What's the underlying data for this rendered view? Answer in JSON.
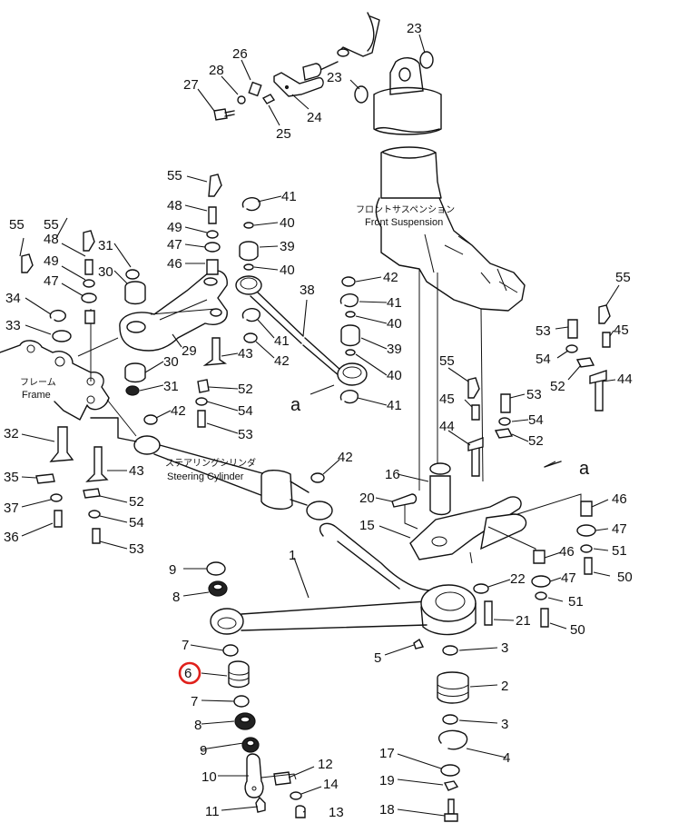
{
  "diagram": {
    "type": "exploded-parts-diagram",
    "highlight_color": "#e0201b",
    "highlighted_part": "6",
    "captions": {
      "front_suspension_jp": "フロントサスペンション",
      "front_suspension_en": "Front Suspension",
      "frame_jp": "フレーム",
      "frame_en": "Frame",
      "steering_cylinder_jp": "ステアリングシリンダ",
      "steering_cylinder_en": "Steering Cylinder"
    },
    "view_markers": [
      "a",
      "a"
    ],
    "callouts": [
      {
        "id": "c23a",
        "label": "23"
      },
      {
        "id": "c23b",
        "label": "23"
      },
      {
        "id": "c26",
        "label": "26"
      },
      {
        "id": "c28",
        "label": "28"
      },
      {
        "id": "c27",
        "label": "27"
      },
      {
        "id": "c24",
        "label": "24"
      },
      {
        "id": "c25",
        "label": "25"
      },
      {
        "id": "c55a",
        "label": "55"
      },
      {
        "id": "c48a",
        "label": "48"
      },
      {
        "id": "c49a",
        "label": "49"
      },
      {
        "id": "c47a",
        "label": "47"
      },
      {
        "id": "c46a",
        "label": "46"
      },
      {
        "id": "c41a",
        "label": "41"
      },
      {
        "id": "c40a",
        "label": "40"
      },
      {
        "id": "c39a",
        "label": "39"
      },
      {
        "id": "c40b",
        "label": "40"
      },
      {
        "id": "c55b",
        "label": "55"
      },
      {
        "id": "c55c",
        "label": "55"
      },
      {
        "id": "c48b",
        "label": "48"
      },
      {
        "id": "c49b",
        "label": "49"
      },
      {
        "id": "c47b",
        "label": "47"
      },
      {
        "id": "c31a",
        "label": "31"
      },
      {
        "id": "c30a",
        "label": "30"
      },
      {
        "id": "c34",
        "label": "34"
      },
      {
        "id": "c33",
        "label": "33"
      },
      {
        "id": "c29",
        "label": "29"
      },
      {
        "id": "c38",
        "label": "38"
      },
      {
        "id": "c41b",
        "label": "41"
      },
      {
        "id": "c42a",
        "label": "42"
      },
      {
        "id": "c43a",
        "label": "43"
      },
      {
        "id": "c30b",
        "label": "30"
      },
      {
        "id": "c31b",
        "label": "31"
      },
      {
        "id": "c52a",
        "label": "52"
      },
      {
        "id": "c54a",
        "label": "54"
      },
      {
        "id": "c53a",
        "label": "53"
      },
      {
        "id": "c42b",
        "label": "42"
      },
      {
        "id": "c42c",
        "label": "42"
      },
      {
        "id": "c41c",
        "label": "41"
      },
      {
        "id": "c40c",
        "label": "40"
      },
      {
        "id": "c39b",
        "label": "39"
      },
      {
        "id": "c40d",
        "label": "40"
      },
      {
        "id": "c41d",
        "label": "41"
      },
      {
        "id": "c55d",
        "label": "55"
      },
      {
        "id": "c45a",
        "label": "45"
      },
      {
        "id": "c53b",
        "label": "53"
      },
      {
        "id": "c54b",
        "label": "54"
      },
      {
        "id": "c52b",
        "label": "52"
      },
      {
        "id": "c44a",
        "label": "44"
      },
      {
        "id": "c55e",
        "label": "55"
      },
      {
        "id": "c45b",
        "label": "45"
      },
      {
        "id": "c53c",
        "label": "53"
      },
      {
        "id": "c54c",
        "label": "54"
      },
      {
        "id": "c52c",
        "label": "52"
      },
      {
        "id": "c44b",
        "label": "44"
      },
      {
        "id": "c32",
        "label": "32"
      },
      {
        "id": "c43b",
        "label": "43"
      },
      {
        "id": "c35",
        "label": "35"
      },
      {
        "id": "c37",
        "label": "37"
      },
      {
        "id": "c36",
        "label": "36"
      },
      {
        "id": "c52d",
        "label": "52"
      },
      {
        "id": "c54d",
        "label": "54"
      },
      {
        "id": "c53d",
        "label": "53"
      },
      {
        "id": "c42d",
        "label": "42"
      },
      {
        "id": "c16",
        "label": "16"
      },
      {
        "id": "c20",
        "label": "20"
      },
      {
        "id": "c15",
        "label": "15"
      },
      {
        "id": "c46b",
        "label": "46"
      },
      {
        "id": "c47c",
        "label": "47"
      },
      {
        "id": "c51a",
        "label": "51"
      },
      {
        "id": "c50a",
        "label": "50"
      },
      {
        "id": "c46c",
        "label": "46"
      },
      {
        "id": "c47d",
        "label": "47"
      },
      {
        "id": "c51b",
        "label": "51"
      },
      {
        "id": "c50b",
        "label": "50"
      },
      {
        "id": "c22",
        "label": "22"
      },
      {
        "id": "c21",
        "label": "21"
      },
      {
        "id": "c1",
        "label": "1"
      },
      {
        "id": "c9a",
        "label": "9"
      },
      {
        "id": "c8a",
        "label": "8"
      },
      {
        "id": "c7a",
        "label": "7"
      },
      {
        "id": "c6",
        "label": "6"
      },
      {
        "id": "c7b",
        "label": "7"
      },
      {
        "id": "c8b",
        "label": "8"
      },
      {
        "id": "c9b",
        "label": "9"
      },
      {
        "id": "c10",
        "label": "10"
      },
      {
        "id": "c11",
        "label": "11"
      },
      {
        "id": "c12",
        "label": "12"
      },
      {
        "id": "c14",
        "label": "14"
      },
      {
        "id": "c13",
        "label": "13"
      },
      {
        "id": "c5",
        "label": "5"
      },
      {
        "id": "c3a",
        "label": "3"
      },
      {
        "id": "c2",
        "label": "2"
      },
      {
        "id": "c3b",
        "label": "3"
      },
      {
        "id": "c4",
        "label": "4"
      },
      {
        "id": "c17",
        "label": "17"
      },
      {
        "id": "c19",
        "label": "19"
      },
      {
        "id": "c18",
        "label": "18"
      }
    ]
  }
}
